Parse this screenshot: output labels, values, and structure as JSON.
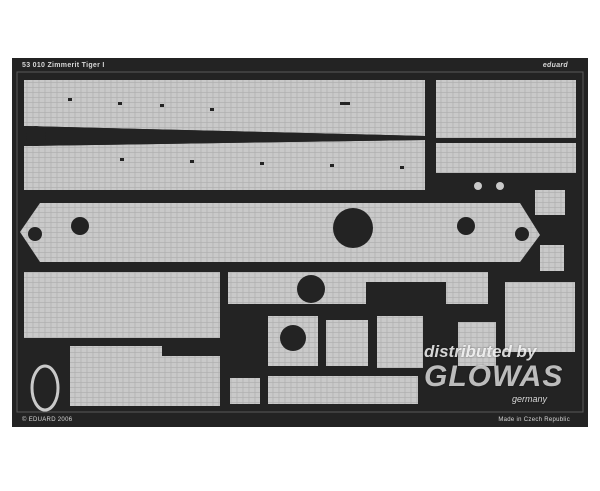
{
  "fret": {
    "title": "53 010 Zimmerit Tiger I",
    "brand": "eduard",
    "copyright": "© EDUARD 2006",
    "origin": "Made in Czech Republic"
  },
  "watermark": {
    "line1": "distributed by",
    "line2": "GLOWAS",
    "line3": "germany"
  },
  "colors": {
    "frame": "#232323",
    "plate": "#c9c9c9",
    "texture": "#b4b4b4",
    "background": "#ffffff"
  }
}
